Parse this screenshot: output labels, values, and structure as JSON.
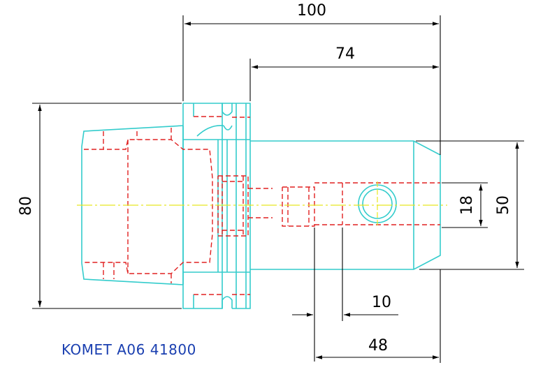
{
  "colors": {
    "background": "#ffffff",
    "outline": "#33cccc",
    "hidden_lines": "#e02020",
    "centerline": "#e8e820",
    "dimension": "#000000",
    "caption": "#1a3fb0"
  },
  "dimensions": {
    "overall_length": "100",
    "length_from_flange": "74",
    "taper_diameter": "80",
    "shank_diameter": "50",
    "cross_hole_diameter": "18",
    "bore_offset": "10",
    "bore_depth": "48"
  },
  "caption": "KOMET A06 41800"
}
